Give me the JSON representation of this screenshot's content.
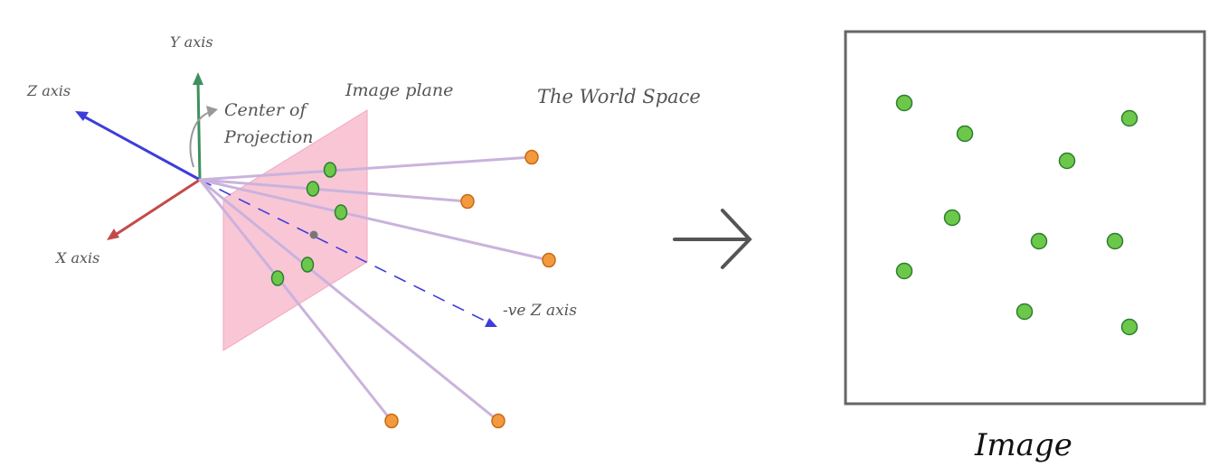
{
  "labels": {
    "y_axis": "Y axis",
    "z_axis": "Z axis",
    "x_axis": "X axis",
    "center_line1": "Center of",
    "center_line2": "Projection",
    "image_plane": "Image plane",
    "world_space": "The World Space",
    "neg_z_axis": "-ve Z axis",
    "image": "Image"
  },
  "colors": {
    "y_axis": "#3f8f5f",
    "z_axis": "#3d3ddb",
    "x_axis": "#c44a4a",
    "plane": "#f7b3c8",
    "ray": "#c9b3dc",
    "world_point": "#f39a3e",
    "image_point": "#6cc84a",
    "frame": "#666666",
    "arrow": "#555555"
  },
  "icons": {
    "transform_arrow": "right-arrow-icon"
  }
}
